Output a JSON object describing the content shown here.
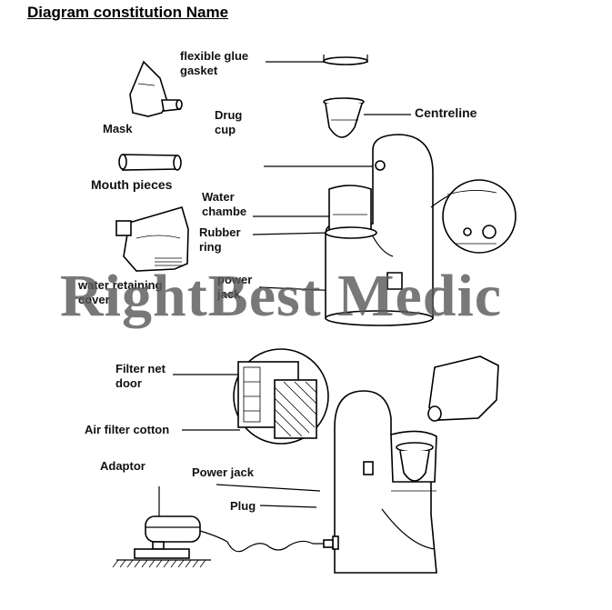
{
  "title": "Diagram constitution Name",
  "watermark": "RightBest Medic",
  "labels": {
    "flexible_glue_gasket": [
      "flexible glue",
      "gasket"
    ],
    "mask": "Mask",
    "drug_cup": [
      "Drug",
      "cup"
    ],
    "centreline": "Centreline",
    "mouth_pieces": "Mouth pieces",
    "water_chambe": [
      "Water",
      "chambe"
    ],
    "rubber_ring": [
      "Rubber",
      "ring"
    ],
    "water_retaining_cover": [
      "water retaining",
      "cover"
    ],
    "power_jack_top": [
      "power",
      "jack"
    ],
    "filter_net_door": [
      "Filter net",
      "door"
    ],
    "air_filter_cotton": "Air filter cotton",
    "adaptor": "Adaptor",
    "power_jack_bottom": "Power jack",
    "plug": "Plug"
  }
}
